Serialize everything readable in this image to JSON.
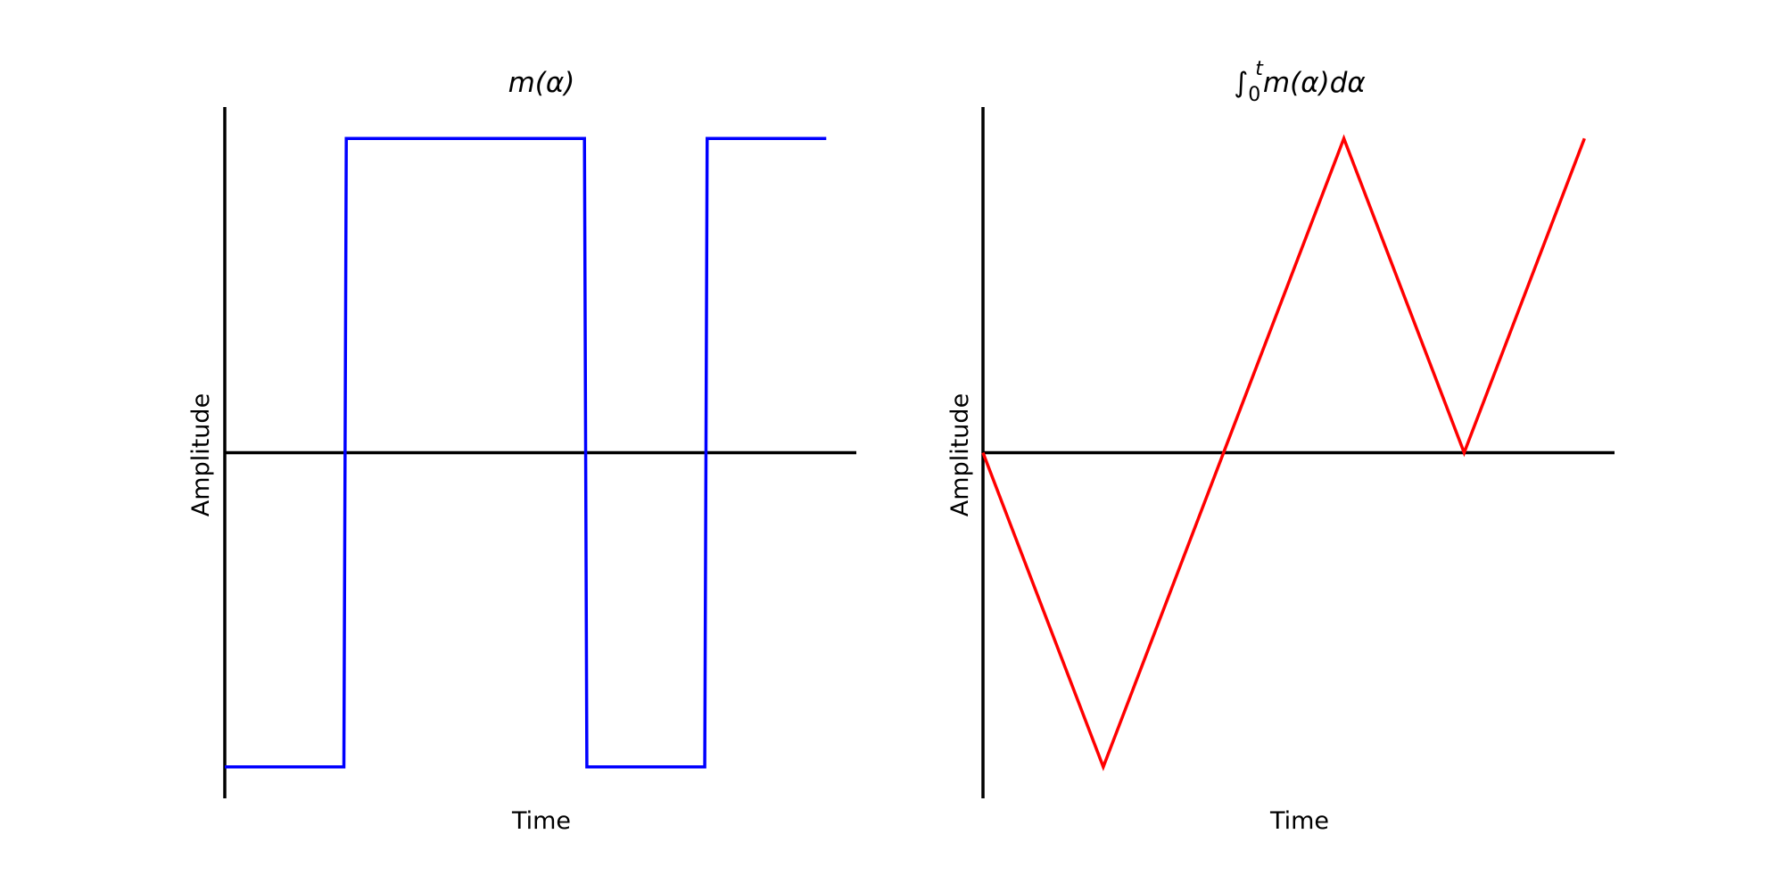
{
  "chart_data": [
    {
      "type": "line",
      "title": "m(α)",
      "xlabel": "Time",
      "ylabel": "Amplitude",
      "xlim": [
        0,
        5.25
      ],
      "ylim": [
        -1.1,
        1.1
      ],
      "grid": false,
      "legend": "none",
      "series": [
        {
          "color": "#0000ff",
          "x": [
            0,
            0.99,
            1.01,
            2.99,
            3.01,
            3.99,
            4.01,
            5
          ],
          "y": [
            -1,
            -1,
            1,
            1,
            -1,
            -1,
            1,
            1
          ]
        }
      ]
    },
    {
      "type": "line",
      "title": "∫0tm(α)dα",
      "title_parts": {
        "integral": "∫",
        "lower": "0",
        "upper": "t",
        "body": "m(α)dα"
      },
      "xlabel": "Time",
      "ylabel": "Amplitude",
      "xlim": [
        0,
        5.25
      ],
      "ylim": [
        -1.1,
        1.1
      ],
      "grid": false,
      "legend": "none",
      "series": [
        {
          "color": "#ff0000",
          "x": [
            0,
            1,
            2,
            3,
            4,
            5
          ],
          "y": [
            0,
            -1,
            0,
            1,
            0,
            1
          ]
        }
      ]
    }
  ]
}
